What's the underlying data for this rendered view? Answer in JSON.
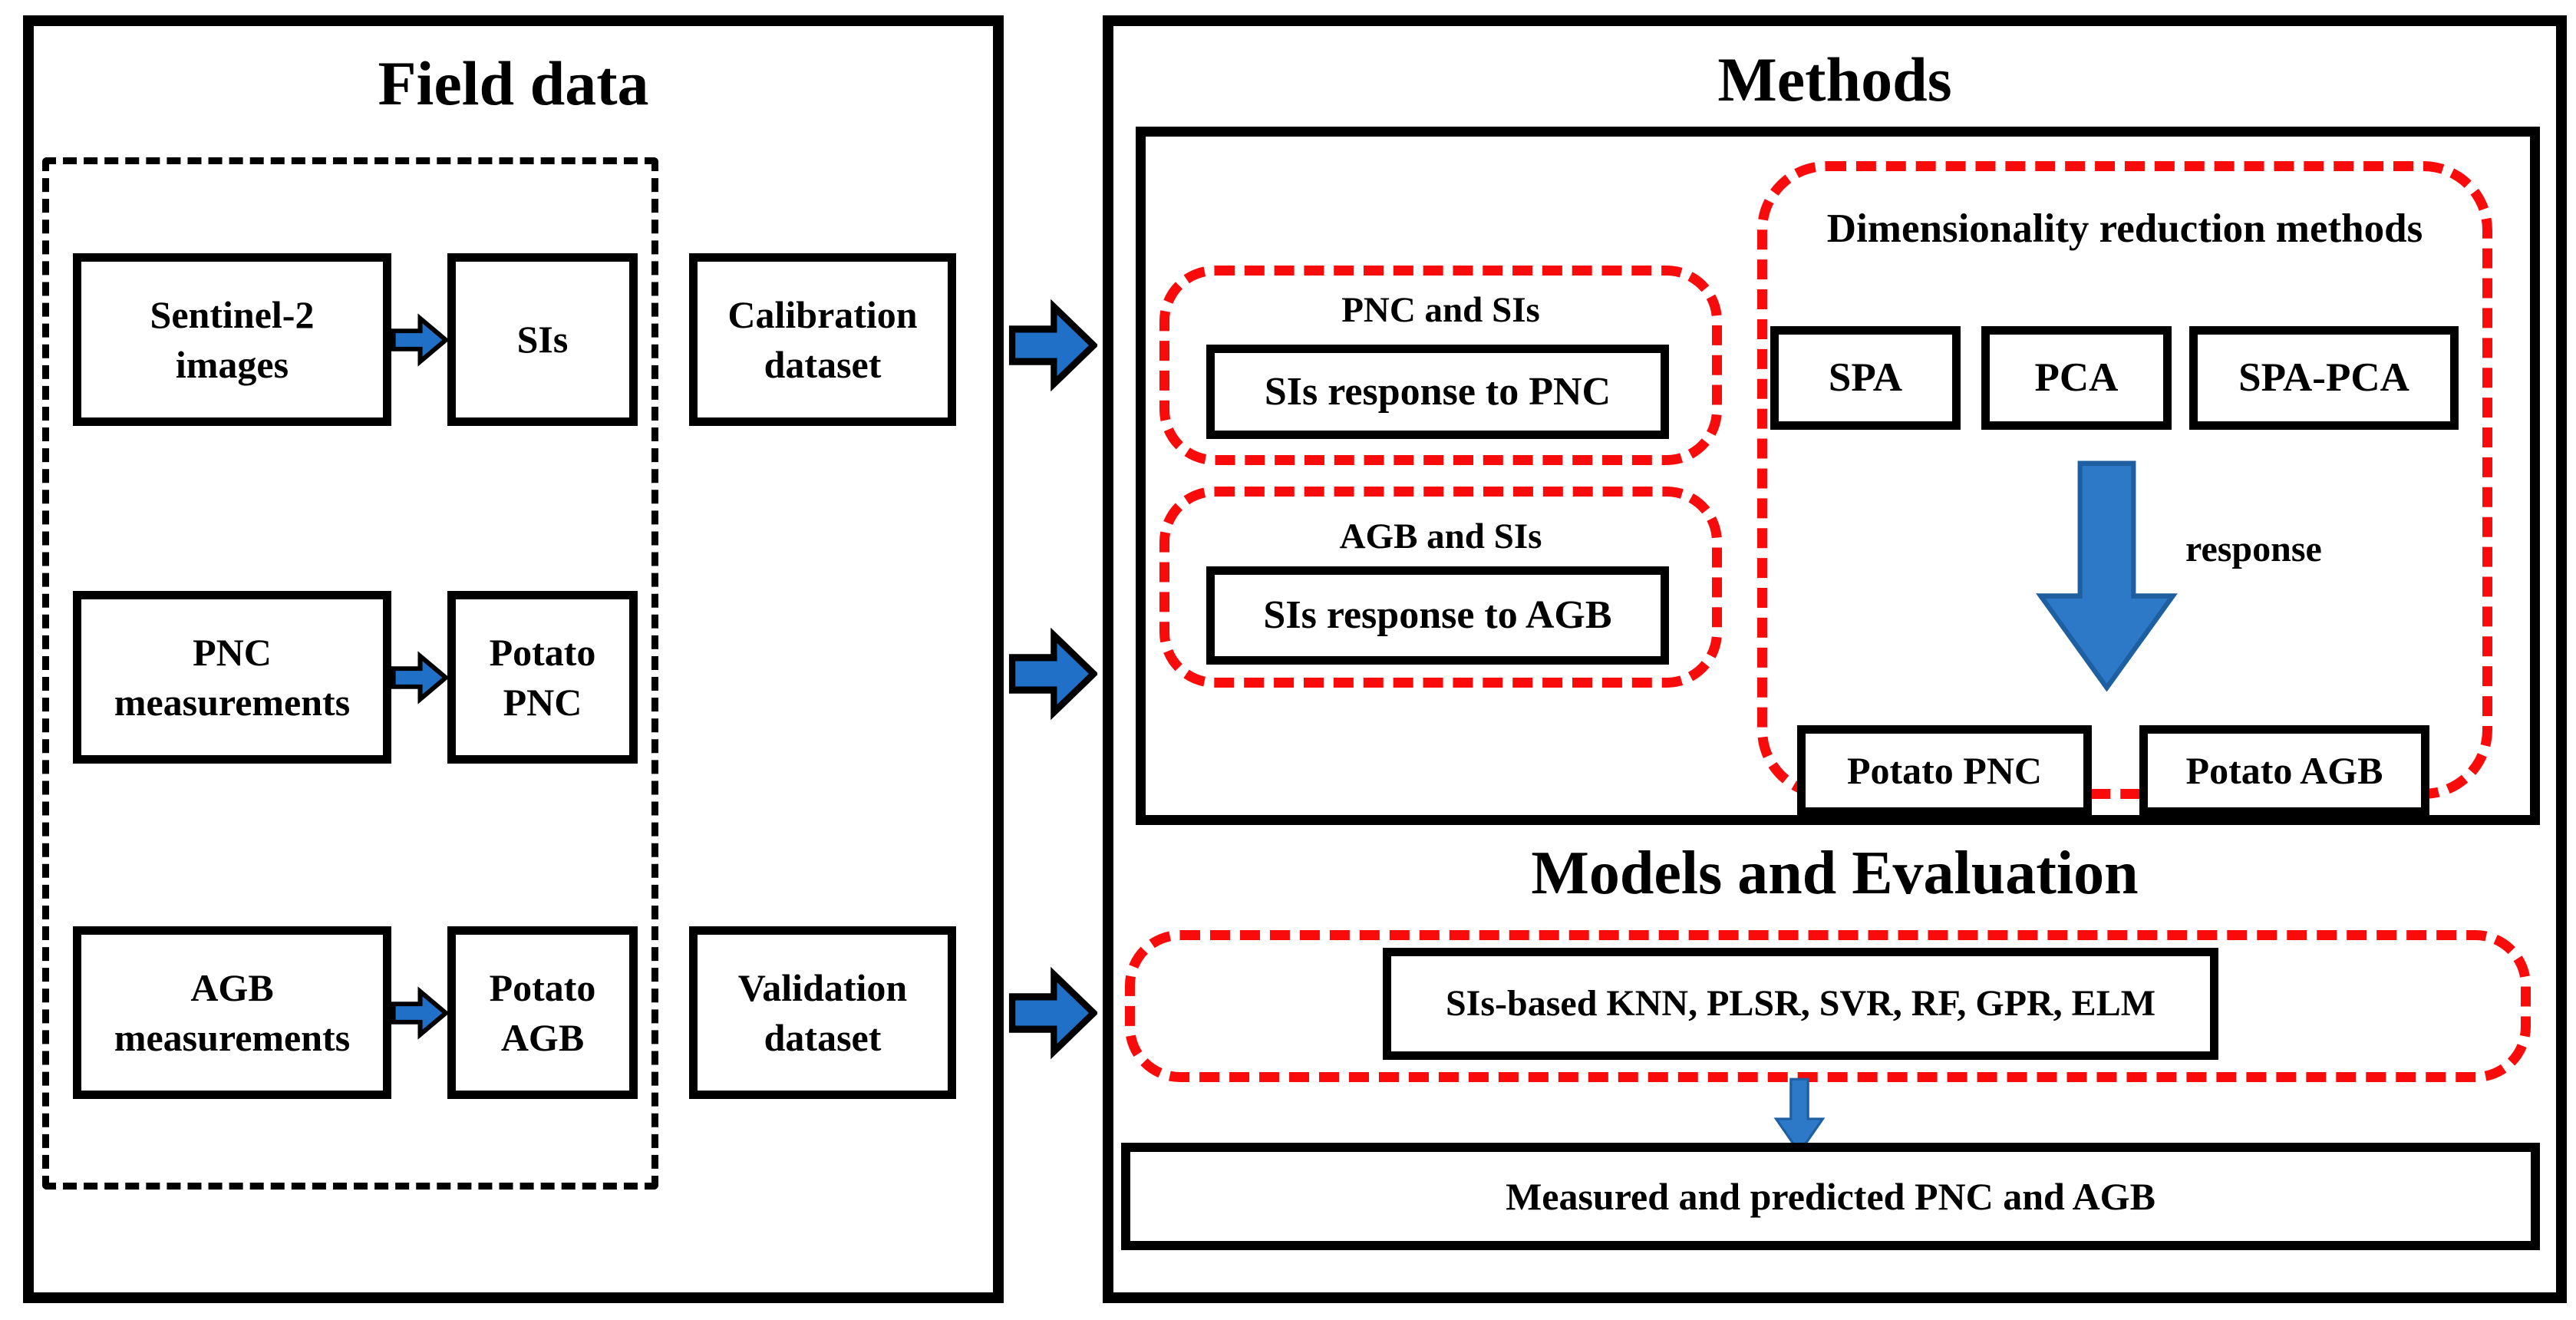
{
  "colors": {
    "arrow_blue": "#1f70c6",
    "down_arrow_blue": "#2e79c7",
    "dash_red": "#f90b0b",
    "line_black": "#000000"
  },
  "field_data": {
    "title": "Field data",
    "rows": [
      {
        "source": "Sentinel-2\nimages",
        "target": "SIs"
      },
      {
        "source": "PNC\nmeasurements",
        "target": "Potato\nPNC"
      },
      {
        "source": "AGB\nmeasurements",
        "target": "Potato\nAGB"
      }
    ],
    "calibration": "Calibration\ndataset",
    "validation": "Validation\ndataset"
  },
  "methods": {
    "title": "Methods",
    "pnc_section": {
      "label": "PNC and SIs",
      "box": "SIs response to PNC"
    },
    "agb_section": {
      "label": "AGB and SIs",
      "box": "SIs response to AGB"
    },
    "dimensionality": {
      "title": "Dimensionality reduction methods",
      "methods": [
        "SPA",
        "PCA",
        "SPA-PCA"
      ],
      "arrow_label": "response",
      "outputs": [
        "Potato PNC",
        "Potato AGB"
      ]
    }
  },
  "models": {
    "title": "Models and Evaluation",
    "models_box": "SIs-based KNN, PLSR, SVR, RF, GPR, ELM",
    "result_box": "Measured and predicted PNC and AGB"
  }
}
